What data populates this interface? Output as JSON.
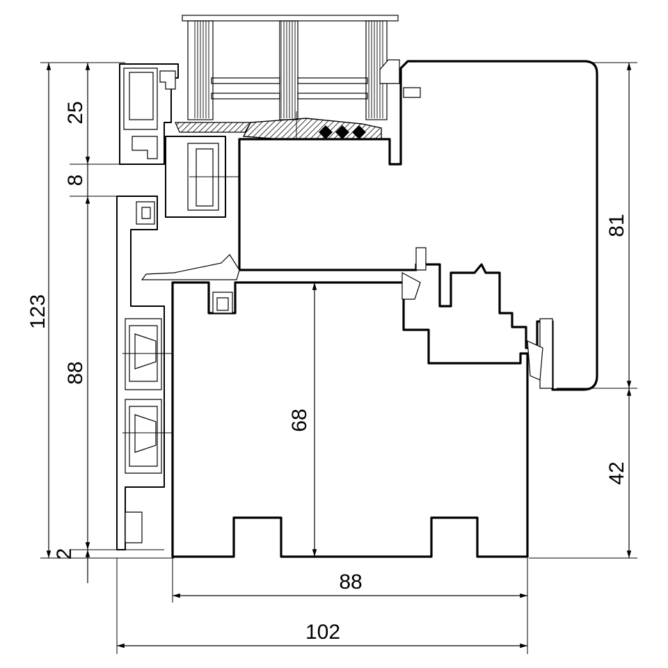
{
  "drawing": {
    "colors": {
      "line": "#000000",
      "background": "#ffffff",
      "hatch": "#000000"
    },
    "dimensions": {
      "left_total": "123",
      "left_top": "25",
      "left_gap": "8",
      "left_mid": "88",
      "left_bottom": "2",
      "center_height": "68",
      "right_top": "81",
      "right_bottom": "42",
      "bottom_inner": "88",
      "bottom_outer": "102"
    }
  }
}
